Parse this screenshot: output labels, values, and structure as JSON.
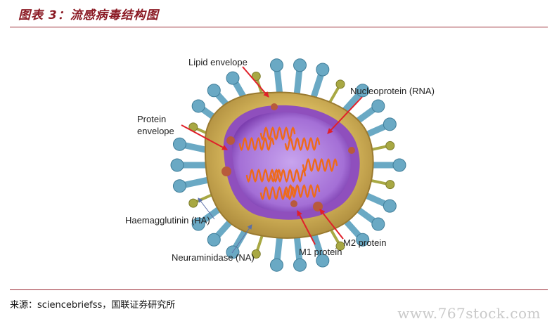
{
  "figure": {
    "title": "图表 3：流感病毒结构图",
    "source": "来源：sciencebriefss，国联证券研究所",
    "watermark": "www.767stock.com"
  },
  "labels": {
    "lipid_envelope": "Lipid envelope",
    "nucleoprotein": "Nucleoprotein (RNA)",
    "protein_envelope_1": "Protein",
    "protein_envelope_2": "envelope",
    "haemagglutinin": "Haemagglutinin (HA)",
    "neuraminidase": "Neuraminidase (NA)",
    "m1_protein": "M1 protein",
    "m2_protein": "M2 protein"
  },
  "colors": {
    "title": "#8b1a24",
    "rule": "#9b2a34",
    "arrow": "#e0202a",
    "spike_blue": "#6aa9c4",
    "spike_green": "#a8a843",
    "lipid": "#c9a64e",
    "matrix": "#9b5fc2",
    "core": "#b98ee2",
    "rna": "#ee6a1a"
  }
}
